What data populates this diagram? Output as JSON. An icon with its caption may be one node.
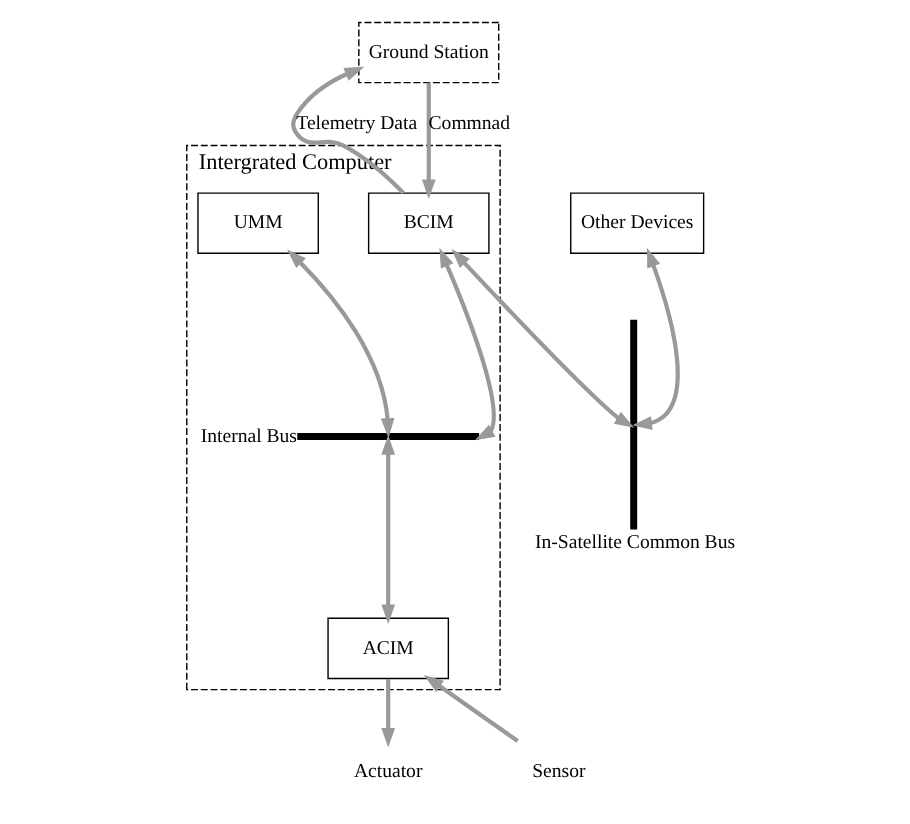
{
  "diagram": {
    "nodes": [
      {
        "text": [
          "Intergrated Computer"
        ]
      },
      {
        "text": [
          "Ground Station"
        ]
      },
      {
        "text": [
          "UMM"
        ],
        "in": 0
      },
      {
        "text": [
          "BCIM"
        ],
        "in": 0
      },
      {
        "text": [],
        "shape": "bar",
        "in": 0,
        "beside": [
          "Internal Bus"
        ]
      },
      {
        "text": [
          "ACIM"
        ],
        "in": 0
      },
      {
        "text": [
          "Other Devices"
        ]
      },
      {
        "text": [],
        "shape": "bar",
        "beside": [
          "In-Satellite Common Bus"
        ]
      },
      {
        "text": [
          "Actuator"
        ]
      },
      {
        "text": [
          "Sensor"
        ]
      }
    ],
    "edges": [
      {
        "from": 1,
        "to": 3,
        "arrow": "to",
        "label": "Commnad"
      },
      {
        "from": 3,
        "to": 1,
        "arrow": "to",
        "label": "Telemetry Data"
      },
      {
        "from": 2,
        "to": 4,
        "arrow": "both"
      },
      {
        "from": 4,
        "to": 3,
        "arrow": "both"
      },
      {
        "from": 4,
        "to": 5,
        "arrow": "both"
      },
      {
        "from": 3,
        "to": 7,
        "arrow": "both"
      },
      {
        "from": 6,
        "to": 7,
        "arrow": "both"
      },
      {
        "from": 5,
        "to": 8,
        "arrow": "to"
      },
      {
        "from": 9,
        "to": 5,
        "arrow": "to"
      }
    ]
  }
}
